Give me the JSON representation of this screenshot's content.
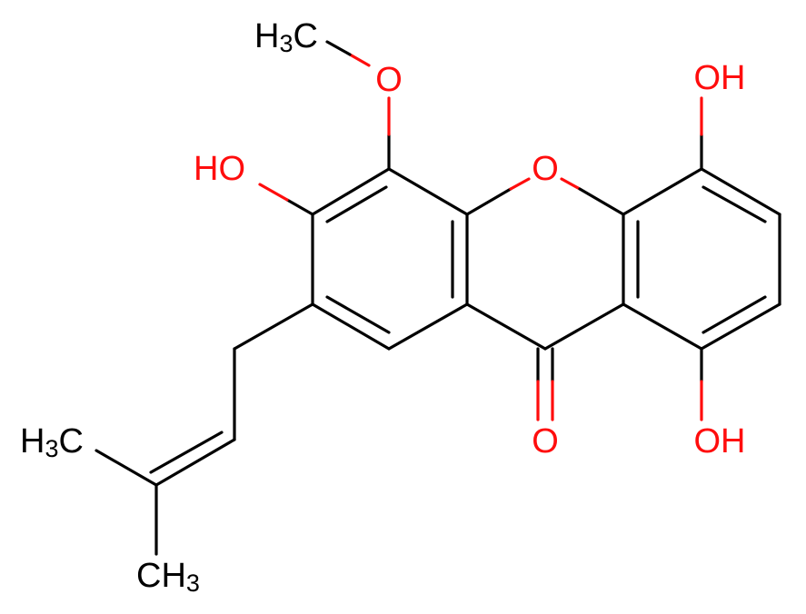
{
  "colors": {
    "carbon": "#000000",
    "oxygen": "#ff0d0d",
    "background": "#ffffff"
  },
  "labels": {
    "methoxy_ch3": {
      "main": "H",
      "sub": "3",
      "tail": "C"
    },
    "methoxy_o": "O",
    "oh_3": "HO",
    "ring_o": "O",
    "oh_5": "OH",
    "carbonyl_o": "O",
    "oh_8": "OH",
    "prenyl_ch3_a": {
      "main": "H",
      "sub": "3",
      "tail": "C"
    },
    "prenyl_ch3_b": {
      "main": "CH",
      "sub": "3"
    }
  }
}
